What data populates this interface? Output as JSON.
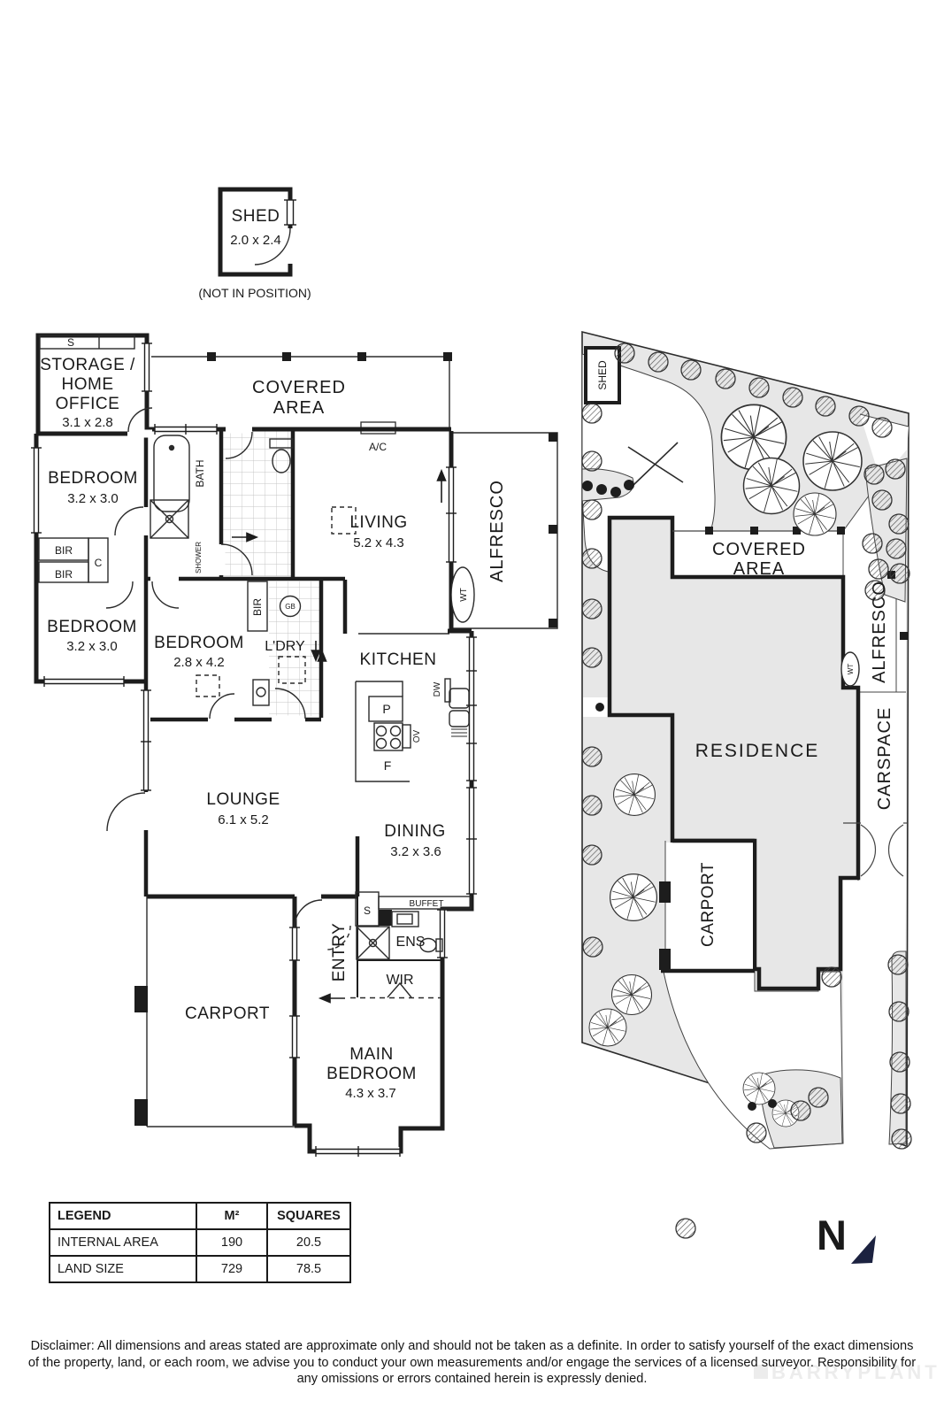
{
  "shed_detail": {
    "label": "SHED",
    "dims": "2.0 x 2.4",
    "caption": "(NOT IN POSITION)"
  },
  "floorplan": {
    "storage_line1": "STORAGE /",
    "storage_line2": "HOME",
    "storage_line3": "OFFICE",
    "storage_dims": "3.1 x 2.8",
    "covered_line1": "COVERED",
    "covered_line2": "AREA",
    "bedroom": "BEDROOM",
    "bedroom1_dims": "3.2 x 3.0",
    "bedroom2_dims": "3.2 x 3.0",
    "bedroom3_dims": "2.8 x 4.2",
    "main_line1": "MAIN",
    "main_line2": "BEDROOM",
    "main_dims": "4.3 x 3.7",
    "living": "LIVING",
    "living_dims": "5.2 x 4.3",
    "lounge": "LOUNGE",
    "lounge_dims": "6.1 x 5.2",
    "dining": "DINING",
    "dining_dims": "3.2 x 3.6",
    "kitchen": "KITCHEN",
    "alfresco": "ALFRESCO",
    "carport": "CARPORT",
    "bath": "BATH",
    "shower": "SHOWER",
    "ldry": "L'DRY",
    "ens": "ENS",
    "wir": "WIR",
    "entry": "ENTRY",
    "bir": "BIR",
    "c": "C",
    "s": "S",
    "gb": "GB",
    "wt": "WT",
    "ac": "A/C",
    "dw": "DW",
    "p": "P",
    "ov": "OV",
    "f": "F",
    "buffet": "BUFFET"
  },
  "siteplan": {
    "residence": "RESIDENCE",
    "covered_line1": "COVERED",
    "covered_line2": "AREA",
    "alfresco": "ALFRESCO",
    "carspace": "CARSPACE",
    "carport": "CARPORT",
    "shed": "SHED",
    "wt": "WT"
  },
  "legend": {
    "headers": [
      "LEGEND",
      "M²",
      "SQUARES"
    ],
    "rows": [
      [
        "INTERNAL AREA",
        "190",
        "20.5"
      ],
      [
        "LAND SIZE",
        "729",
        "78.5"
      ]
    ]
  },
  "compass": {
    "north": "N"
  },
  "disclaimer": "Disclaimer: All dimensions and areas stated are approximate only and should not be taken as a definite. In order to satisfy yourself of the exact dimensions of the property, land, or each room, we advise you to conduct your own measurements and/or engage the services of a licensed surveyor. Responsibility for any omissions or errors contained herein is expressly denied.",
  "watermark": "BARRYPLANT",
  "colors": {
    "wall": "#1d1d1d",
    "site_fill": "#e7e7e7",
    "north": "#1c2240",
    "watermark": "#ececec"
  }
}
